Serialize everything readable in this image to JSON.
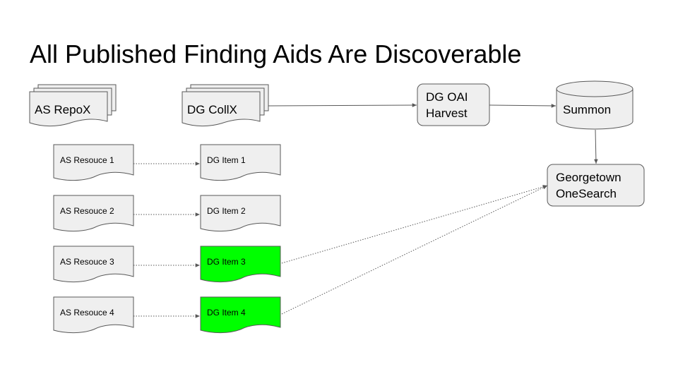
{
  "slide": {
    "title": "All Published Finding Aids Are Discoverable"
  },
  "nodes": {
    "as_repox": "AS RepoX",
    "dg_collx": "DG CollX",
    "dg_oai_harvest_line1": "DG OAI",
    "dg_oai_harvest_line2": "Harvest",
    "summon": "Summon",
    "georgetown_onesearch_line1": "Georgetown",
    "georgetown_onesearch_line2": "OneSearch"
  },
  "resources": [
    "AS Resouce 1",
    "AS Resouce 2",
    "AS Resouce 3",
    "AS Resouce 4"
  ],
  "items": [
    {
      "label": "DG Item 1",
      "highlighted": false
    },
    {
      "label": "DG Item 2",
      "highlighted": false
    },
    {
      "label": "DG Item 3",
      "highlighted": true
    },
    {
      "label": "DG Item 4",
      "highlighted": true
    }
  ],
  "colors": {
    "box_fill": "#efefef",
    "stroke": "#595959",
    "highlight": "#00ff00"
  }
}
